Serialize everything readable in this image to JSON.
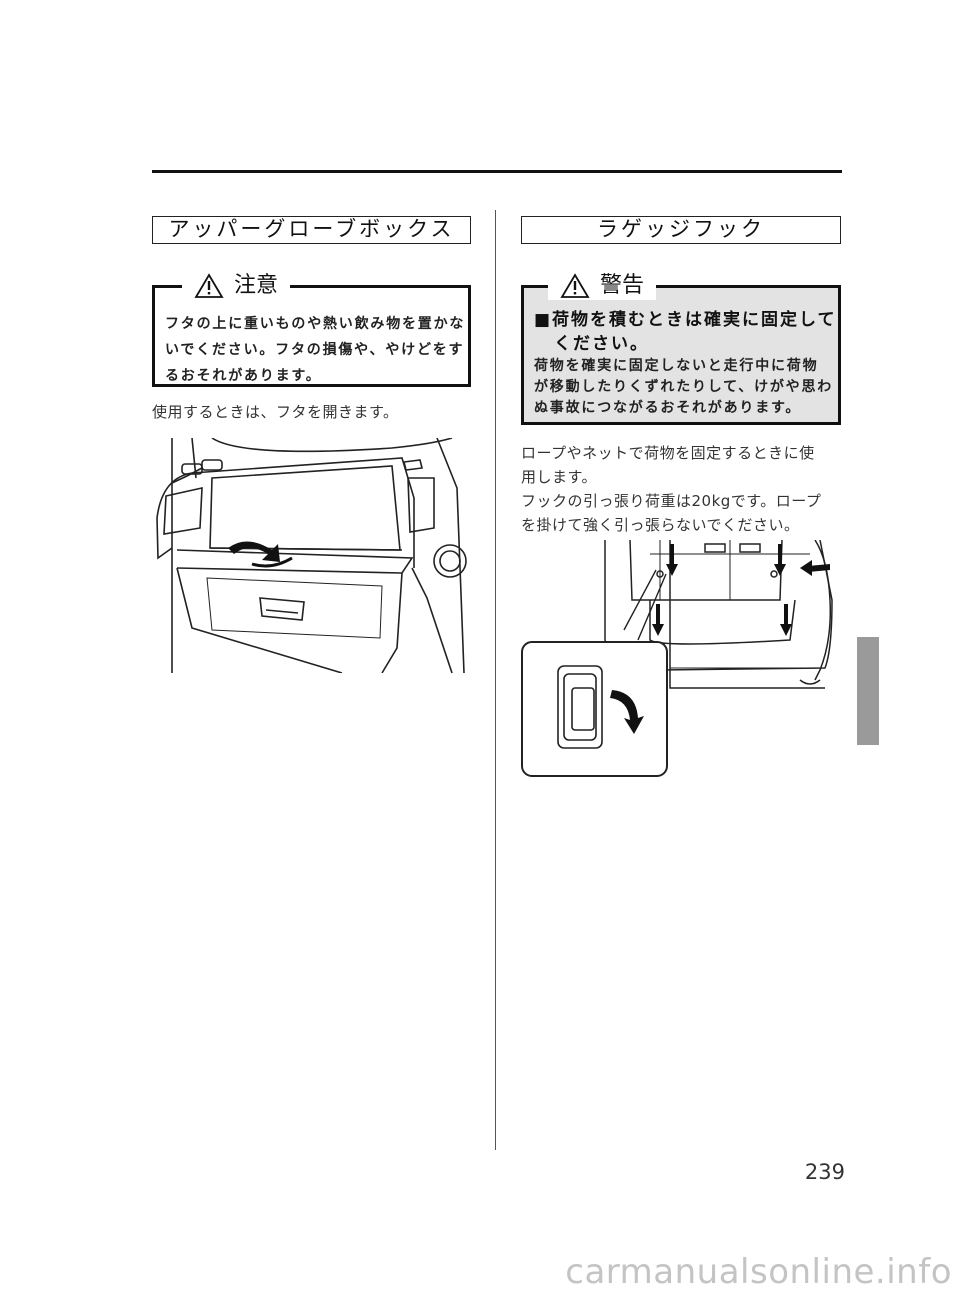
{
  "left": {
    "section_title": "アッパーグローブボックス",
    "caution": {
      "label": "注意",
      "text": [
        "フタの上に重いものや熱い飲み物を置かな",
        "いでください。フタの損傷や、やけどをす",
        "るおそれがあります。"
      ]
    },
    "body": "使用するときは、フタを開きます。"
  },
  "right": {
    "section_title": "ラゲッジフック",
    "warning": {
      "label": "警告",
      "heading_lines": [
        "■荷物を積むときは確実に固定して",
        "ください。"
      ],
      "text": [
        "荷物を確実に固定しないと走行中に荷物",
        "が移動したりくずれたりして、けがや思わ",
        "ぬ事故につながるおそれがあります。"
      ]
    },
    "body": [
      "ロープやネットで荷物を固定するときに使",
      "用します。",
      "フックの引っ張り荷重は20kgです。ロープ",
      "を掛けて強く引っ張らないでください。"
    ]
  },
  "page_number": "239",
  "watermark": "carmanualsonline.info",
  "colors": {
    "thumb_tab": "#9a9a9a",
    "warning_bg": "#e3e3e3",
    "rule": "#111111"
  }
}
